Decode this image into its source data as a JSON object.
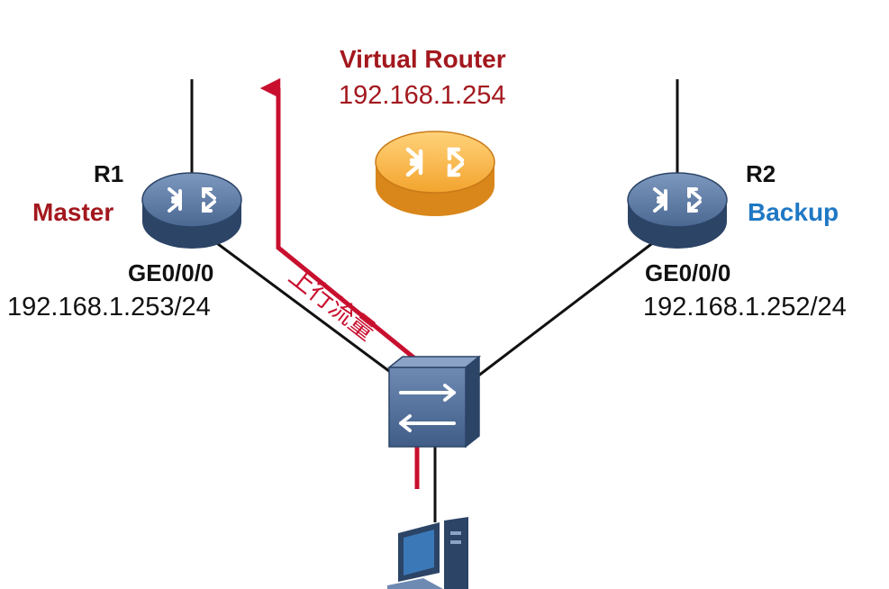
{
  "virtual_router": {
    "title": "Virtual Router",
    "ip": "192.168.1.254"
  },
  "r1": {
    "name": "R1",
    "role": "Master",
    "interface": "GE0/0/0",
    "ip": "192.168.1.253/24"
  },
  "r2": {
    "name": "R2",
    "role": "Backup",
    "interface": "GE0/0/0",
    "ip": "192.168.1.252/24"
  },
  "traffic": {
    "label": "上行流量"
  },
  "colors": {
    "master": "#a3181e",
    "backup": "#1f78c4",
    "flow": "#c8102e",
    "router": "#4f6f9b",
    "virtual_router": "#f0a830",
    "switch": "#4f6f9b"
  },
  "icons": {
    "router": "router-icon",
    "virtual_router": "virtual-router-icon",
    "switch": "switch-icon",
    "host": "host-pc-icon"
  }
}
